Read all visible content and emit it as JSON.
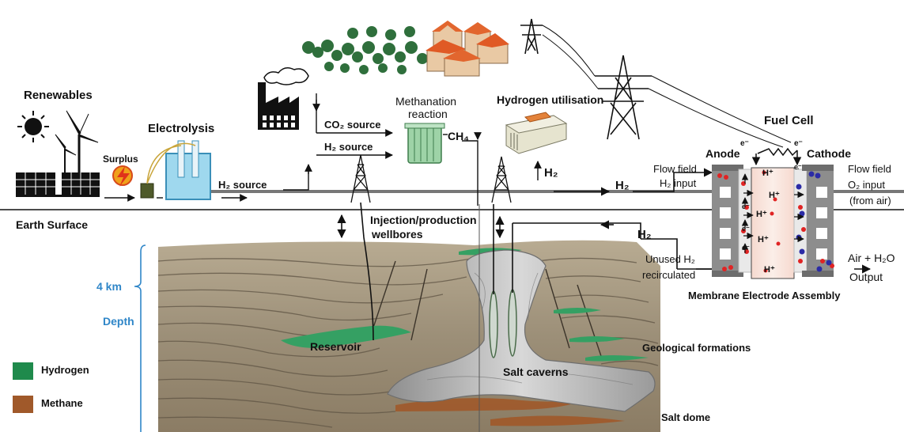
{
  "labels": {
    "renewables": "Renewables",
    "electrolysis": "Electrolysis",
    "surplus": "Surplus",
    "h2_source_1": "H₂  source",
    "h2_source_2": "H₂  source",
    "co2_source": "CO₂ source",
    "methanation": "Methanation",
    "reaction": "reaction",
    "ch4": "CH₄",
    "hydrogen_utilisation": "Hydrogen utilisation",
    "h2_a": "H₂",
    "h2_b": "H₂",
    "h2_c": "H₂",
    "earth_surface": "Earth Surface",
    "injection": "Injection/production",
    "wellbores": "wellbores",
    "depth_km": "4 km",
    "depth": "Depth",
    "reservoir": "Reservoir",
    "salt_caverns": "Salt caverns",
    "geological_formations": "Geological formations",
    "salt_dome": "Salt dome",
    "fuel_cell": "Fuel Cell",
    "anode": "Anode",
    "cathode": "Cathode",
    "flow_field_left": "Flow field",
    "h2_input": "H₂ input",
    "flow_field_right": "Flow field",
    "o2_input": "O₂ input",
    "from_air": "(from air)",
    "unused_h2": "Unused H₂",
    "recirculated": "recirculated",
    "air_h2o": "Air + H₂O",
    "output": "Output",
    "mea": "Membrane Electrode Assembly",
    "e1": "e⁻",
    "e2": "e⁻",
    "e3": "e⁻",
    "e4": "e⁻",
    "e5": "e⁻",
    "e6": "e⁻",
    "hplus1": "H⁺",
    "hplus2": "H⁺",
    "hplus3": "H⁺",
    "hplus4": "H⁺",
    "hplus5": "H⁺"
  },
  "legend": [
    {
      "label": "Hydrogen",
      "color": "#1f8a4c"
    },
    {
      "label": "Methane",
      "color": "#a0592a"
    }
  ],
  "colors": {
    "accent_blue": "#2f86c8",
    "hydrogen_green": "#1f8a4c",
    "methane_brown": "#a0592a",
    "rock_tan": "#a89a80",
    "salt_grey": "#b9b9b9"
  }
}
